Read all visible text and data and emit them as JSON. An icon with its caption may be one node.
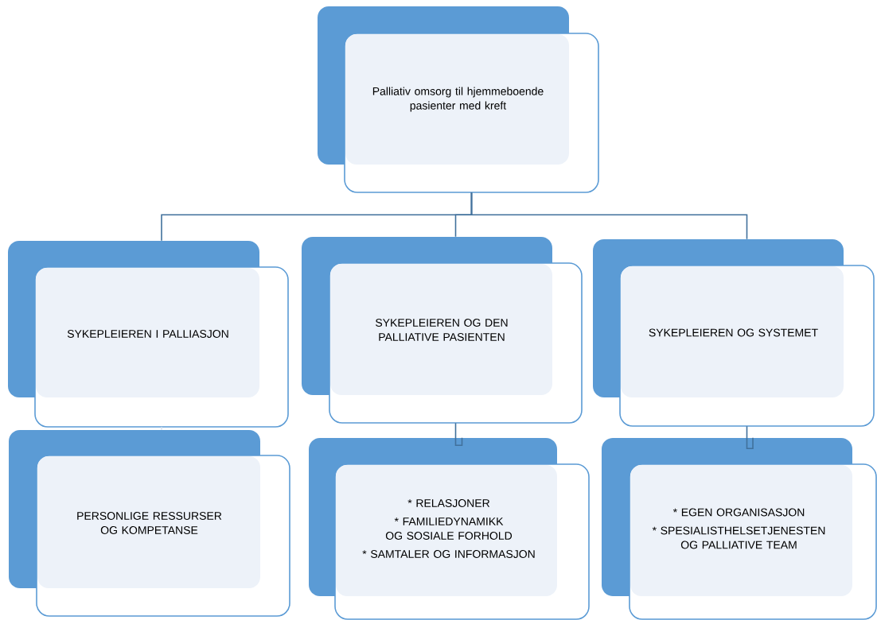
{
  "diagram": {
    "nodes": [
      {
        "text": [
          "Palliativ omsorg til hjemmeboende pasienter med kreft"
        ]
      },
      {
        "text": [
          "SYKEPLEIEREN I PALLIASJON"
        ]
      },
      {
        "text": [
          "SYKEPLEIEREN OG DEN PALLIATIVE PASIENTEN"
        ]
      },
      {
        "text": [
          "SYKEPLEIEREN OG SYSTEMET"
        ]
      },
      {
        "text": [
          "PERSONLIGE RESSURSER OG KOMPETANSE"
        ]
      },
      {
        "text": [
          "* RELASJONER",
          "* FAMILIEDYNAMIKK OG SOSIALE FORHOLD",
          "* SAMTALER OG INFORMASJON"
        ]
      },
      {
        "text": [
          "* EGEN ORGANISASJON",
          "* SPESIALISTHELSETJENESTEN OG PALLIATIVE TEAM"
        ]
      }
    ],
    "edges": [
      {
        "from": 0,
        "to": 1,
        "arrow": "none"
      },
      {
        "from": 0,
        "to": 2,
        "arrow": "none"
      },
      {
        "from": 0,
        "to": 3,
        "arrow": "none"
      },
      {
        "from": 1,
        "to": 4,
        "arrow": "none",
        "color": "#dbe5f1"
      },
      {
        "from": 2,
        "to": 5,
        "arrow": "none"
      },
      {
        "from": 3,
        "to": 6,
        "arrow": "none"
      }
    ]
  }
}
